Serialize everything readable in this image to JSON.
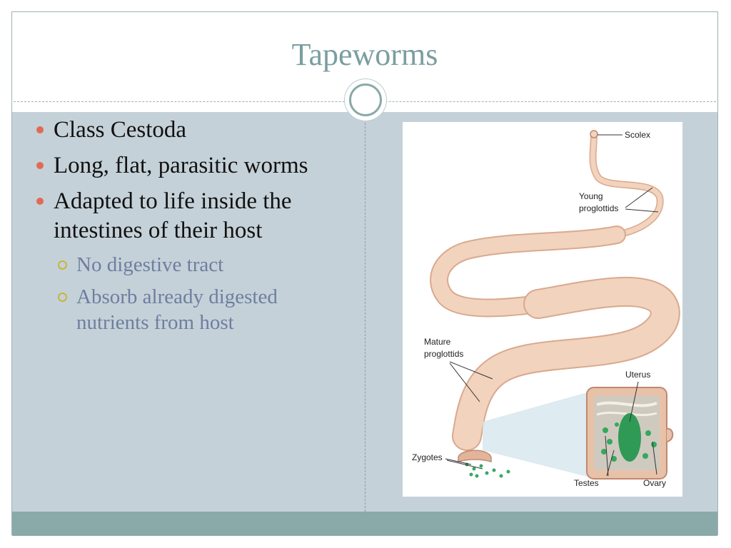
{
  "slide": {
    "title": "Tapeworms",
    "bullets": [
      {
        "text": "Class Cestoda"
      },
      {
        "text": "Long, flat, parasitic worms"
      },
      {
        "text": "Adapted to life inside the intestines of their host",
        "sub": [
          "No digestive tract",
          "Absorb already digested nutrients from host"
        ]
      }
    ]
  },
  "figure": {
    "labels": {
      "scolex": "Scolex",
      "young_1": "Young",
      "young_2": "proglottids",
      "mature_1": "Mature",
      "mature_2": "proglottids",
      "uterus": "Uterus",
      "zygotes": "Zygotes",
      "testes": "Testes",
      "ovary": "Ovary"
    }
  },
  "colors": {
    "title": "#7a9ea0",
    "content_bg": "#c5d1d8",
    "footer": "#8aaaa9",
    "bullet_dot": "#e06a53",
    "sub_bullet_ring": "#c6b53a",
    "sub_text": "#6d7ea1",
    "worm": "#f2d3bd",
    "worm_edge": "#d9a98e"
  }
}
